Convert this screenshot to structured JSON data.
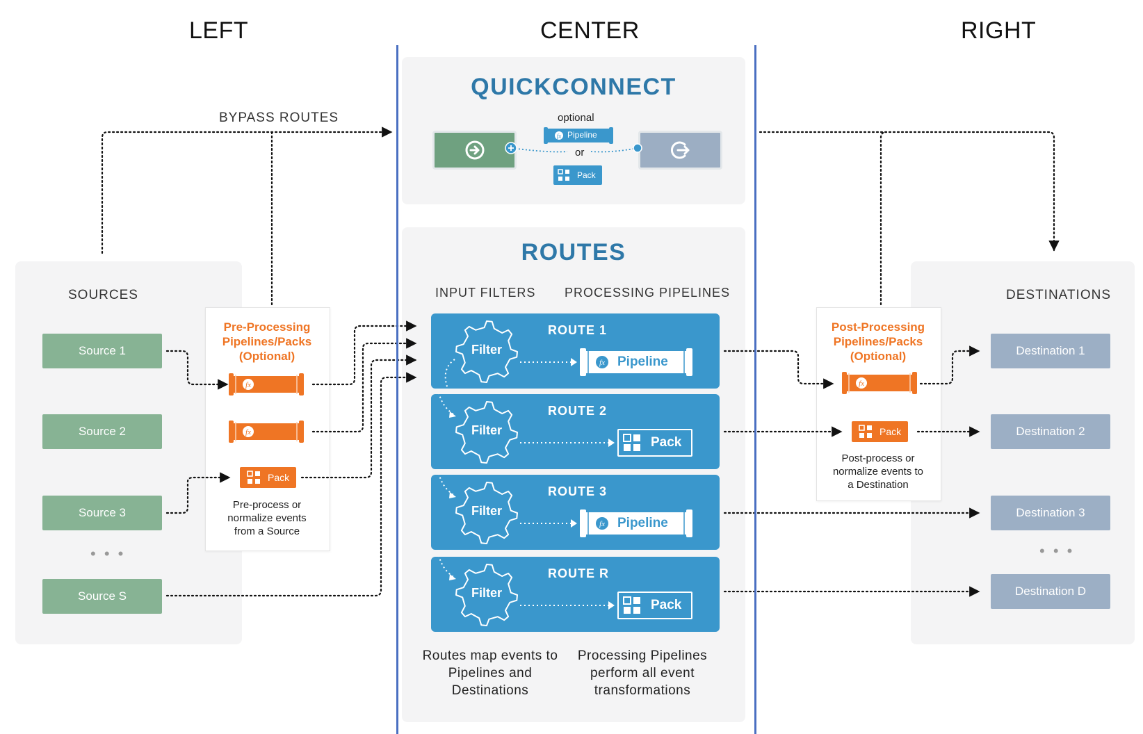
{
  "columns": {
    "left": "LEFT",
    "center": "CENTER",
    "right": "RIGHT"
  },
  "bypass_label": "BYPASS ROUTES",
  "quickconnect": {
    "title": "QUICKCONNECT",
    "optional_label": "optional",
    "pipeline_label": "Pipeline",
    "or_label": "or",
    "pack_label": "Pack"
  },
  "sources": {
    "heading": "SOURCES",
    "items": [
      "Source 1",
      "Source 2",
      "Source 3",
      "Source S"
    ],
    "ellipsis": "• • •"
  },
  "preprocessing": {
    "title": "Pre-Processing Pipelines/Packs (Optional)",
    "pack_label": "Pack",
    "note": "Pre-process or normalize events from a Source"
  },
  "routes": {
    "title": "ROUTES",
    "input_filters_label": "INPUT FILTERS",
    "processing_pipelines_label": "PROCESSING PIPELINES",
    "items": [
      {
        "title": "ROUTE 1",
        "filter": "Filter",
        "target": "Pipeline",
        "target_type": "pipeline"
      },
      {
        "title": "ROUTE 2",
        "filter": "Filter",
        "target": "Pack",
        "target_type": "pack"
      },
      {
        "title": "ROUTE 3",
        "filter": "Filter",
        "target": "Pipeline",
        "target_type": "pipeline"
      },
      {
        "title": "ROUTE R",
        "filter": "Filter",
        "target": "Pack",
        "target_type": "pack"
      }
    ],
    "desc_left": "Routes map events to Pipelines and Destinations",
    "desc_right": "Processing Pipelines perform all event transformations"
  },
  "postprocessing": {
    "title": "Post-Processing Pipelines/Packs (Optional)",
    "pack_label": "Pack",
    "note": "Post-process or normalize events to a Destination"
  },
  "destinations": {
    "heading": "DESTINATIONS",
    "items": [
      "Destination 1",
      "Destination 2",
      "Destination 3",
      "Destination D"
    ],
    "ellipsis": "• • •"
  },
  "colors": {
    "route_blue": "#3a97cc",
    "title_blue": "#2e78a8",
    "orange": "#ef7524",
    "source_green": "#87b394",
    "destination_grey": "#9cafc5",
    "divider_blue": "#4a6fc1"
  },
  "icons": {
    "pipeline": "fx-function-icon",
    "pack": "grid-icon",
    "filter": "gear-icon",
    "qc_source": "arrow-right-circle-icon",
    "qc_destination": "exit-arrow-icon"
  }
}
